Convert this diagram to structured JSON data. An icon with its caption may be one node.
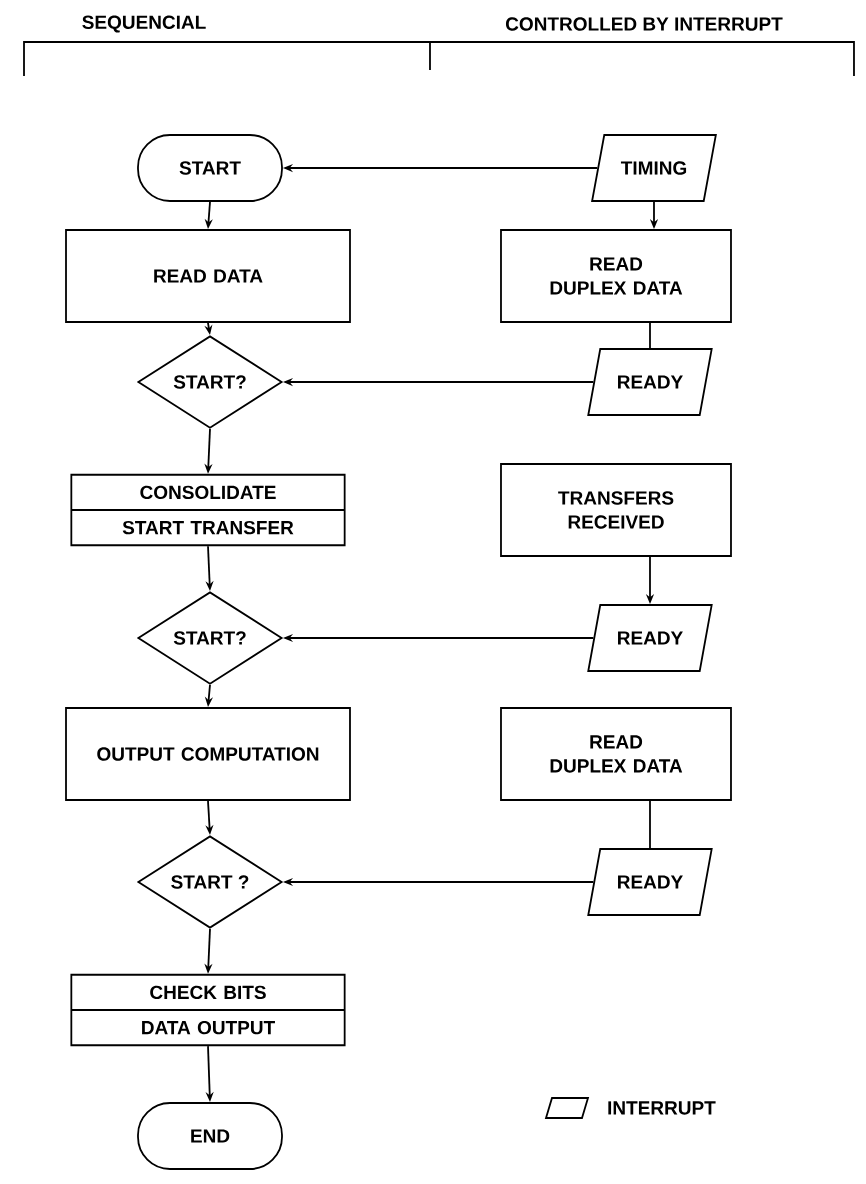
{
  "diagram": {
    "nodes": [
      {
        "text": [
          "START"
        ]
      },
      {
        "text": [
          "TIMING"
        ]
      },
      {
        "text": [
          "READ DATA"
        ]
      },
      {
        "text": [
          "READ DUPLEX DATA"
        ]
      },
      {
        "text": [
          "START?"
        ]
      },
      {
        "text": [
          "READY"
        ]
      },
      {
        "text": [
          "CONSOLIDATE",
          "START TRANSFER"
        ]
      },
      {
        "text": [
          "TRANSFERS RECEIVED"
        ]
      },
      {
        "text": [
          "START?"
        ]
      },
      {
        "text": [
          "READY"
        ]
      },
      {
        "text": [
          "OUTPUT COMPUTATION"
        ]
      },
      {
        "text": [
          "READ DUPLEX DATA"
        ]
      },
      {
        "text": [
          "START ?"
        ]
      },
      {
        "text": [
          "READY"
        ]
      },
      {
        "text": [
          "CHECK BITS",
          "DATA OUTPUT"
        ]
      },
      {
        "text": [
          "END"
        ]
      }
    ],
    "edges": [
      {
        "from": 1,
        "to": 0,
        "arrow": "to"
      },
      {
        "from": 0,
        "to": 2,
        "arrow": "to"
      },
      {
        "from": 1,
        "to": 3,
        "arrow": "to"
      },
      {
        "from": 2,
        "to": 4,
        "arrow": "to"
      },
      {
        "from": 3,
        "to": 5,
        "arrow": "none"
      },
      {
        "from": 5,
        "to": 4,
        "arrow": "to"
      },
      {
        "from": 4,
        "to": 6,
        "arrow": "to"
      },
      {
        "from": 7,
        "to": 9,
        "arrow": "to"
      },
      {
        "from": 6,
        "to": 8,
        "arrow": "to"
      },
      {
        "from": 9,
        "to": 8,
        "arrow": "to"
      },
      {
        "from": 8,
        "to": 10,
        "arrow": "to"
      },
      {
        "from": 11,
        "to": 13,
        "arrow": "none"
      },
      {
        "from": 10,
        "to": 12,
        "arrow": "to"
      },
      {
        "from": 13,
        "to": 12,
        "arrow": "to"
      },
      {
        "from": 12,
        "to": 14,
        "arrow": "to"
      },
      {
        "from": 14,
        "to": 15,
        "arrow": "to"
      }
    ],
    "labels": [
      "SEQUENCIAL",
      "CONTROLLED BY INTERRUPT"
    ],
    "legend": [
      {
        "text": "INTERRUPT"
      }
    ]
  }
}
